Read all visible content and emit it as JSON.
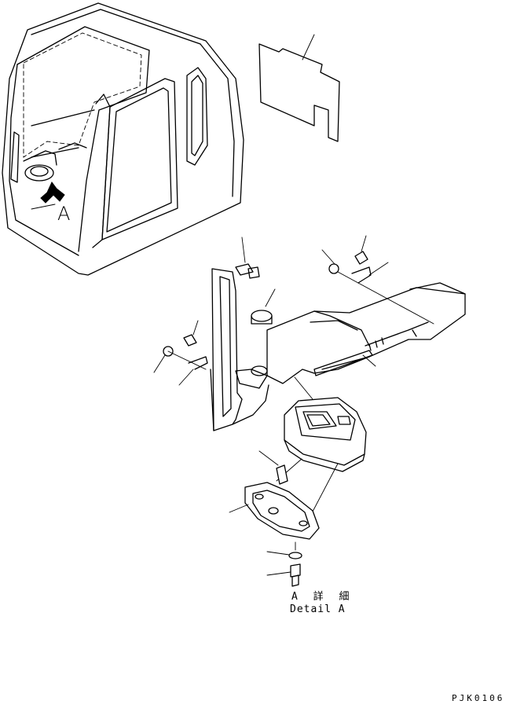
{
  "drawing": {
    "callout_letter": "A",
    "detail_label_jp": "A 詳 細",
    "detail_label_en": "Detail A",
    "figure_code": "PJK0106"
  }
}
